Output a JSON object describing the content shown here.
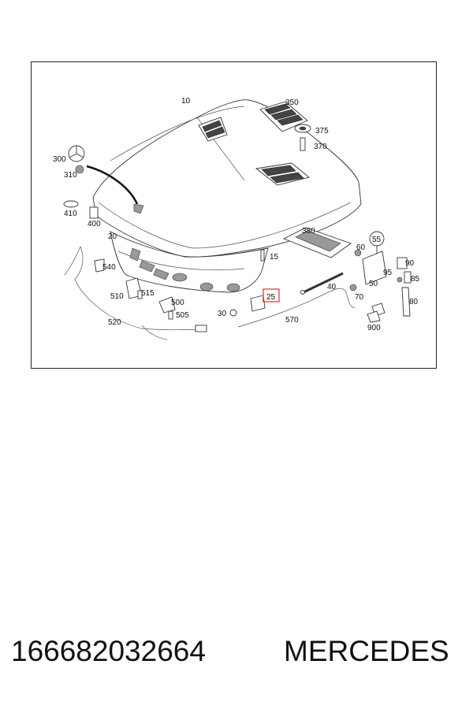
{
  "diagram": {
    "callouts": [
      {
        "id": "c10",
        "label": "10"
      },
      {
        "id": "c350",
        "label": "350"
      },
      {
        "id": "c375",
        "label": "375"
      },
      {
        "id": "c370",
        "label": "370"
      },
      {
        "id": "c300",
        "label": "300"
      },
      {
        "id": "c310",
        "label": "310"
      },
      {
        "id": "c410",
        "label": "410"
      },
      {
        "id": "c400",
        "label": "400"
      },
      {
        "id": "c20",
        "label": "20"
      },
      {
        "id": "c15",
        "label": "15"
      },
      {
        "id": "c380",
        "label": "380"
      },
      {
        "id": "c55",
        "label": "55"
      },
      {
        "id": "c60",
        "label": "60"
      },
      {
        "id": "c90",
        "label": "90"
      },
      {
        "id": "c540",
        "label": "540"
      },
      {
        "id": "c40",
        "label": "40"
      },
      {
        "id": "c50",
        "label": "50"
      },
      {
        "id": "c95",
        "label": "95"
      },
      {
        "id": "c85",
        "label": "85"
      },
      {
        "id": "c515",
        "label": "515"
      },
      {
        "id": "c510",
        "label": "510"
      },
      {
        "id": "c25",
        "label": "25"
      },
      {
        "id": "c70",
        "label": "70"
      },
      {
        "id": "c500",
        "label": "500"
      },
      {
        "id": "c80",
        "label": "80"
      },
      {
        "id": "c30",
        "label": "30"
      },
      {
        "id": "c505",
        "label": "505"
      },
      {
        "id": "c520",
        "label": "520"
      },
      {
        "id": "c570",
        "label": "570"
      },
      {
        "id": "c900",
        "label": "900"
      }
    ],
    "highlight_color": "#e03030"
  },
  "footer": {
    "part_number": "166682032664",
    "brand": "MERCEDES"
  }
}
